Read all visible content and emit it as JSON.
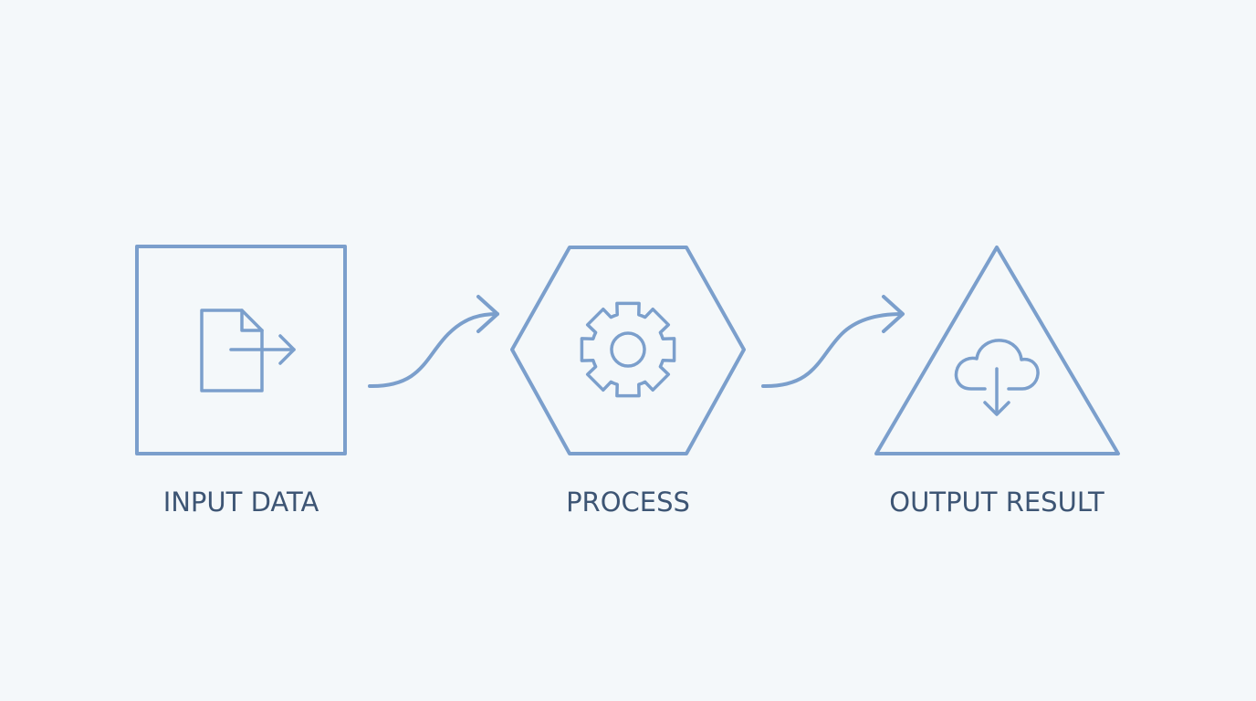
{
  "diagram": {
    "steps": [
      {
        "label": "INPUT DATA",
        "shape": "square",
        "icon": "file-export-icon"
      },
      {
        "label": "PROCESS",
        "shape": "hexagon",
        "icon": "gear-icon"
      },
      {
        "label": "OUTPUT RESULT",
        "shape": "triangle",
        "icon": "cloud-download-icon"
      }
    ],
    "connectors": [
      "curved-arrow-icon",
      "curved-arrow-icon"
    ],
    "colors": {
      "stroke": "#7b9fcc",
      "text": "#3d5574",
      "background": "#f4f8fa"
    }
  }
}
